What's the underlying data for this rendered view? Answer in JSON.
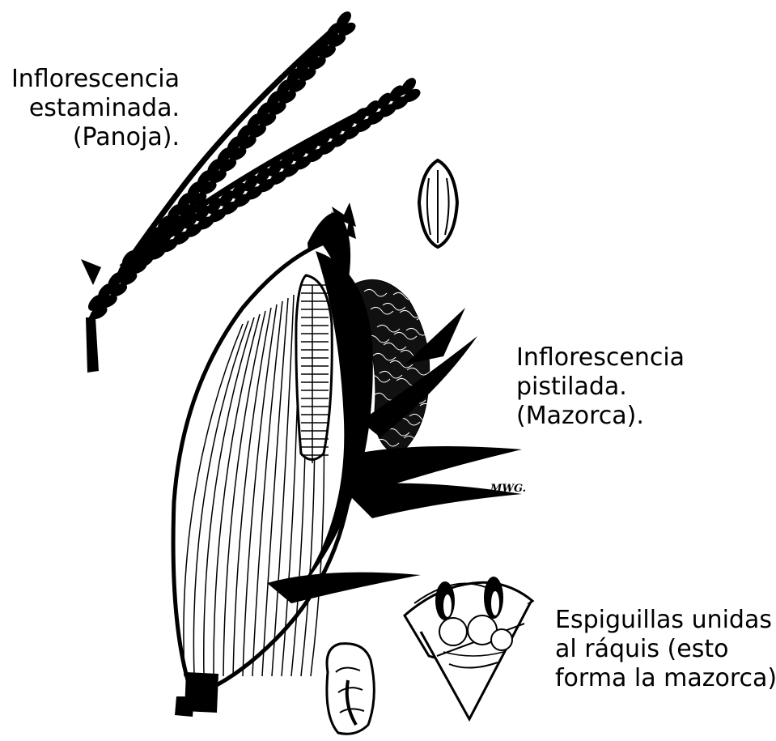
{
  "labels": {
    "tassel": [
      "Inflorescencia",
      "estaminada.",
      "(Panoja)."
    ],
    "ear": [
      "Inflorescencia",
      "pistilada.",
      "(Mazorca)."
    ],
    "spikelets": [
      "Espiguillas unidas",
      "al ráquis (esto",
      "forma la mazorca)"
    ]
  },
  "signature": "MWG.",
  "colors": {
    "ink": "#000000",
    "background": "#ffffff"
  }
}
